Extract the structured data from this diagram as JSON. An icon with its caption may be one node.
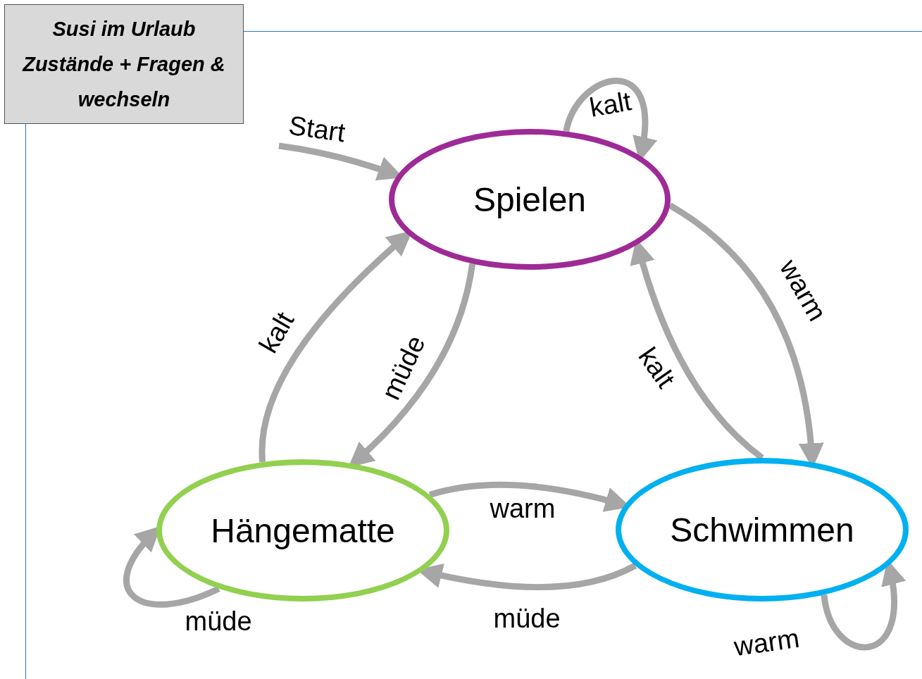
{
  "diagram": {
    "title": "Susi im Urlaub Zustände + Fragen & wechseln",
    "nodes": [
      {
        "text": [
          "Spielen"
        ]
      },
      {
        "text": [
          "Hängematte"
        ]
      },
      {
        "text": [
          "Schwimmen"
        ]
      }
    ],
    "edges": [
      {
        "from": null,
        "to": 0,
        "arrow": "to",
        "label": "Start"
      },
      {
        "from": 0,
        "to": 0,
        "arrow": "to",
        "label": "kalt"
      },
      {
        "from": 0,
        "to": 2,
        "arrow": "to",
        "label": "warm"
      },
      {
        "from": 2,
        "to": 0,
        "arrow": "to",
        "label": "kalt"
      },
      {
        "from": 0,
        "to": 1,
        "arrow": "to",
        "label": "müde"
      },
      {
        "from": 1,
        "to": 0,
        "arrow": "to",
        "label": "kalt"
      },
      {
        "from": 1,
        "to": 2,
        "arrow": "to",
        "label": "warm"
      },
      {
        "from": 2,
        "to": 1,
        "arrow": "to",
        "label": "müde"
      },
      {
        "from": 1,
        "to": 1,
        "arrow": "to",
        "label": "müde"
      },
      {
        "from": 2,
        "to": 2,
        "arrow": "to",
        "label": "warm"
      }
    ]
  }
}
